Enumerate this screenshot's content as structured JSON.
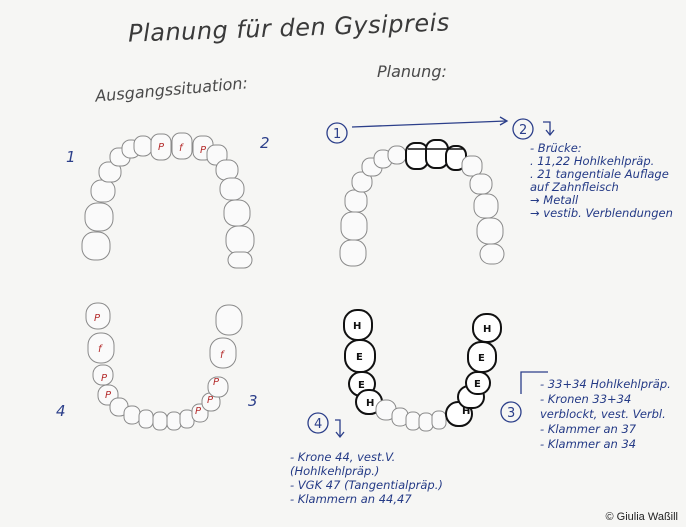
{
  "title": "Planung für den Gysipreis",
  "left_heading": "Ausgangssituation:",
  "right_heading": "Planung:",
  "quadrants": {
    "q1": "1",
    "q2": "2",
    "q3": "3",
    "q4": "4"
  },
  "step_numbers": {
    "s1": "1",
    "s2": "2",
    "s3": "3",
    "s4": "4"
  },
  "upper_marks": [
    "P",
    "f",
    "P"
  ],
  "lower_left_marks": [
    "P",
    "f",
    "P",
    "P"
  ],
  "lower_right_marks": [
    "f",
    "P",
    "P",
    "P"
  ],
  "lower_plan_left": [
    "H",
    "E",
    "E",
    "H"
  ],
  "lower_plan_right": [
    "H",
    "E",
    "E",
    "H"
  ],
  "notes_step2": [
    "- Brücke:",
    ". 11,22 Hohlkehlpräp.",
    ". 21 tangentiale Auflage",
    "  auf Zahnfleisch",
    "→ Metall",
    "→ vestib. Verblendungen"
  ],
  "notes_step3": [
    "- 33+34 Hohlkehlpräp.",
    "- Kronen 33+34",
    "  verblockt, vest. Verbl.",
    "- Klammer an 37",
    "- Klammer an 34"
  ],
  "notes_step4": [
    "- Krone 44, vest.V.",
    "  (Hohlkehlpräp.)",
    "- VGK 47 (Tangentialpräp.)",
    "- Klammern an 44,47"
  ],
  "copyright": "© Giulia Waßill"
}
